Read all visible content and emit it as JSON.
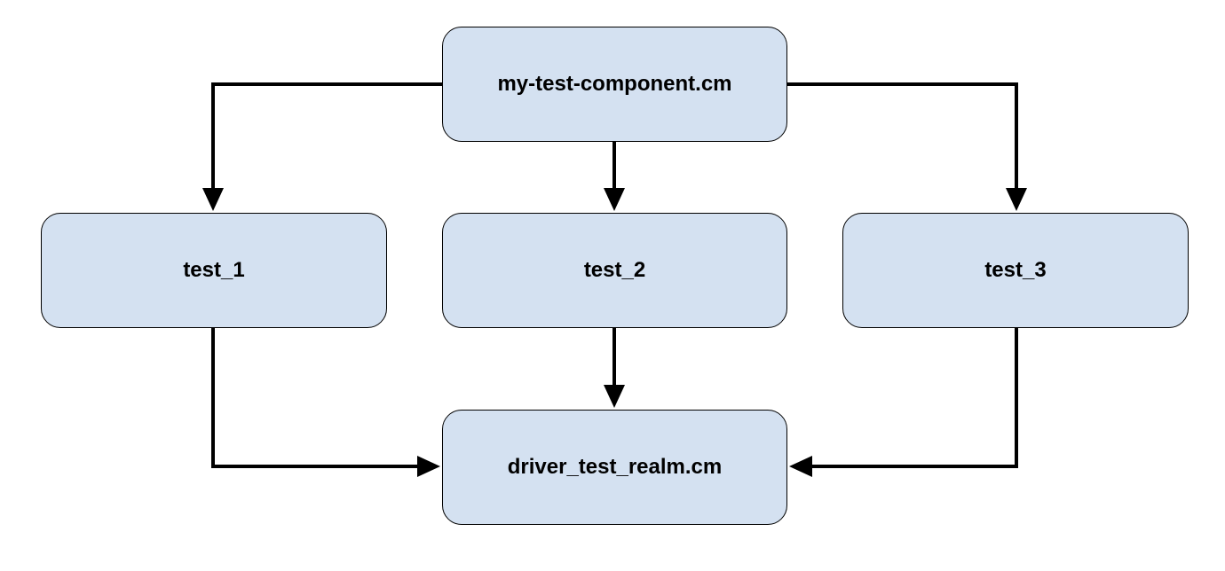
{
  "diagram": {
    "nodes": {
      "root": "my-test-component.cm",
      "test_1": "test_1",
      "test_2": "test_2",
      "test_3": "test_3",
      "driver": "driver_test_realm.cm"
    },
    "edges": [
      {
        "from": "root",
        "to": "test_1"
      },
      {
        "from": "root",
        "to": "test_2"
      },
      {
        "from": "root",
        "to": "test_3"
      },
      {
        "from": "test_1",
        "to": "driver"
      },
      {
        "from": "test_2",
        "to": "driver"
      },
      {
        "from": "test_3",
        "to": "driver"
      }
    ],
    "colors": {
      "node_fill": "#d4e1f1",
      "node_border": "#000000",
      "edge": "#000000"
    }
  }
}
